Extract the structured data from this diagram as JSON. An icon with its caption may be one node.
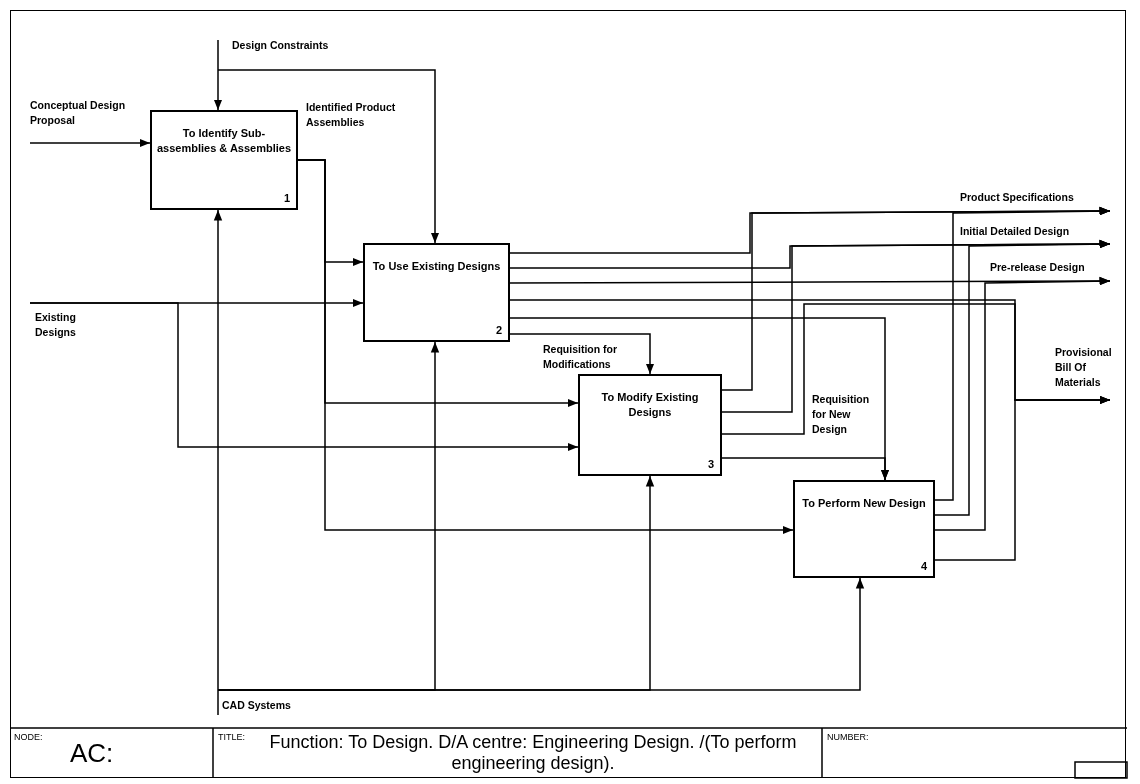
{
  "diagram": {
    "title": "Function: To Design. D/A centre: Engineering Design. /(To perform engineering design).",
    "nodes": [
      {
        "text": [
          "To Identify Sub-assemblies & Assemblies",
          "1"
        ]
      },
      {
        "text": [
          "To Use Existing Designs",
          "2"
        ]
      },
      {
        "text": [
          "To Modify Existing Designs",
          "3"
        ]
      },
      {
        "text": [
          "To Perform New Design",
          "4"
        ]
      }
    ],
    "edges": [
      {
        "from": 0,
        "to": 1,
        "arrow": "to",
        "label": "Identified Product Assemblies"
      },
      {
        "from": 0,
        "to": 2,
        "arrow": "to"
      },
      {
        "from": 0,
        "to": 3,
        "arrow": "to"
      },
      {
        "from": 1,
        "to": 2,
        "arrow": "to",
        "label": "Requisition for Modifications"
      },
      {
        "from": 1,
        "to": 3,
        "arrow": "to"
      },
      {
        "from": 1,
        "to": null,
        "arrow": "to",
        "label": "Product Specifications"
      },
      {
        "from": 1,
        "to": null,
        "arrow": "to",
        "label": "Initial Detailed Design"
      },
      {
        "from": 1,
        "to": null,
        "arrow": "to",
        "label": "Pre-release Design"
      },
      {
        "from": 1,
        "to": null,
        "arrow": "to",
        "label": "Provisional Bill Of Materials"
      },
      {
        "from": 2,
        "to": 3,
        "arrow": "to",
        "label": "Requisition for New Design"
      },
      {
        "from": 2,
        "to": null,
        "arrow": "to"
      },
      {
        "from": 2,
        "to": null,
        "arrow": "to"
      },
      {
        "from": 2,
        "to": null,
        "arrow": "to"
      },
      {
        "from": 3,
        "to": null,
        "arrow": "to"
      },
      {
        "from": 3,
        "to": null,
        "arrow": "to"
      },
      {
        "from": 3,
        "to": null,
        "arrow": "to"
      },
      {
        "from": 3,
        "to": null,
        "arrow": "to"
      },
      {
        "from": null,
        "to": 0,
        "arrow": "to",
        "label": "Conceptual Design Proposal"
      },
      {
        "from": null,
        "to": 0,
        "arrow": "to",
        "label": "Design Constraints"
      },
      {
        "from": null,
        "to": 1,
        "arrow": "to"
      },
      {
        "from": null,
        "to": 1,
        "arrow": "to",
        "label": "Existing Designs"
      },
      {
        "from": null,
        "to": 2,
        "arrow": "to"
      },
      {
        "from": null,
        "to": 0,
        "arrow": "to",
        "label": "CAD Systems"
      },
      {
        "from": null,
        "to": 1,
        "arrow": "to"
      },
      {
        "from": null,
        "to": 2,
        "arrow": "to"
      },
      {
        "from": null,
        "to": 3,
        "arrow": "to"
      }
    ],
    "labels": [
      "NODE:",
      "AC:",
      "TITLE:",
      "NUMBER:"
    ]
  }
}
